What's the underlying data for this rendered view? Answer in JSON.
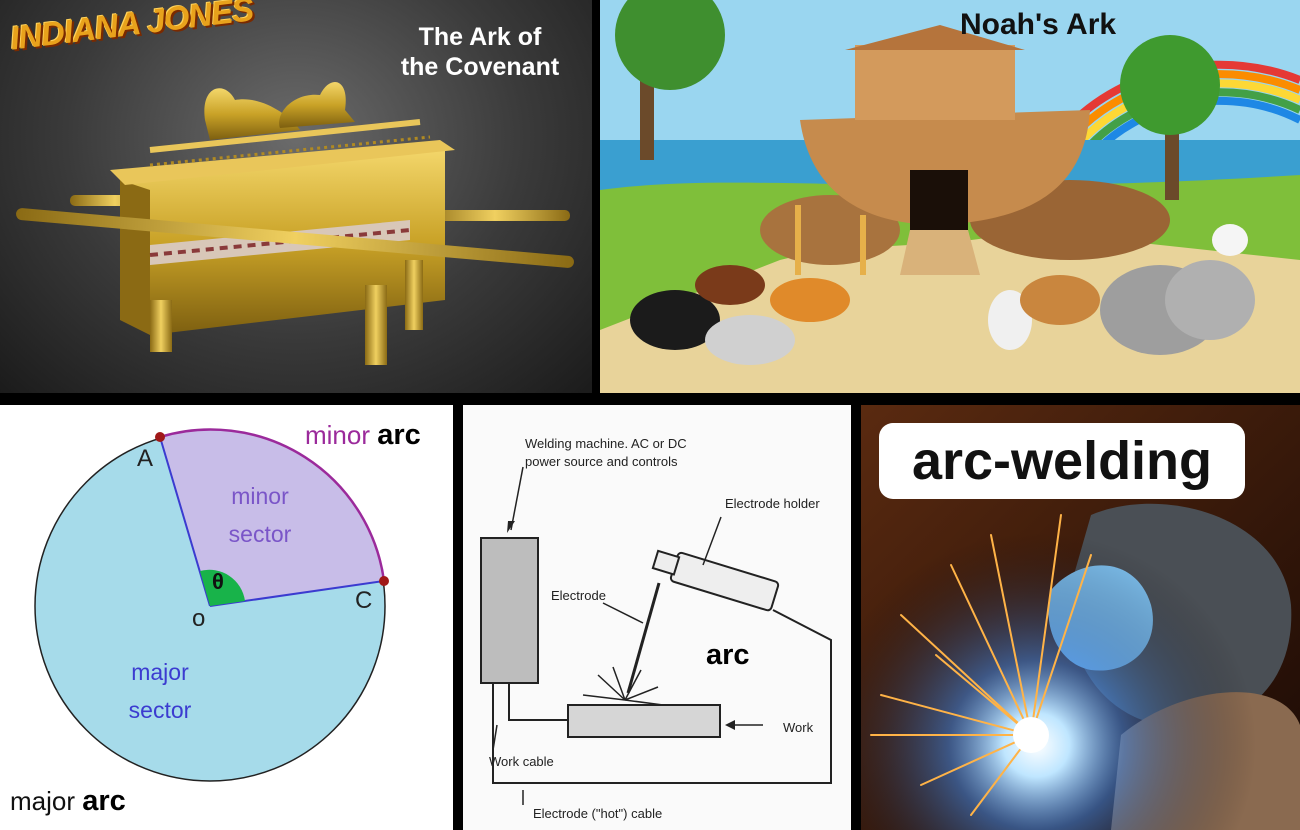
{
  "panels": {
    "ark_covenant": {
      "logo": "INDIANA JONES",
      "title_line1": "The Ark of",
      "title_line2": "the Covenant"
    },
    "noahs_ark": {
      "title": "Noah's Ark"
    },
    "circle": {
      "minor_arc_prefix": "minor",
      "minor_arc_word": "arc",
      "label_a": "A",
      "label_c": "C",
      "label_o": "o",
      "label_theta": "θ",
      "minor_sector_line1": "minor",
      "minor_sector_line2": "sector",
      "major_sector_line1": "major",
      "major_sector_line2": "sector",
      "major_arc_prefix": "major",
      "major_arc_word": "arc"
    },
    "welding_diagram": {
      "machine_line1": "Welding machine. AC or DC",
      "machine_line2": "power source and controls",
      "electrode_holder": "Electrode holder",
      "electrode": "Electrode",
      "arc": "arc",
      "work": "Work",
      "work_cable": "Work cable",
      "electrode_cable": "Electrode (\"hot\") cable"
    },
    "arc_welding_photo": {
      "caption": "arc-welding"
    }
  },
  "colors": {
    "gold": "#c9a227",
    "circle_fill": "#a6dbea",
    "sector_fill": "#c8bde8",
    "arc_purple": "#9b2a9b",
    "radius_blue": "#3b3bd0",
    "theta_green": "#18b34a",
    "point_red": "#a01818"
  }
}
